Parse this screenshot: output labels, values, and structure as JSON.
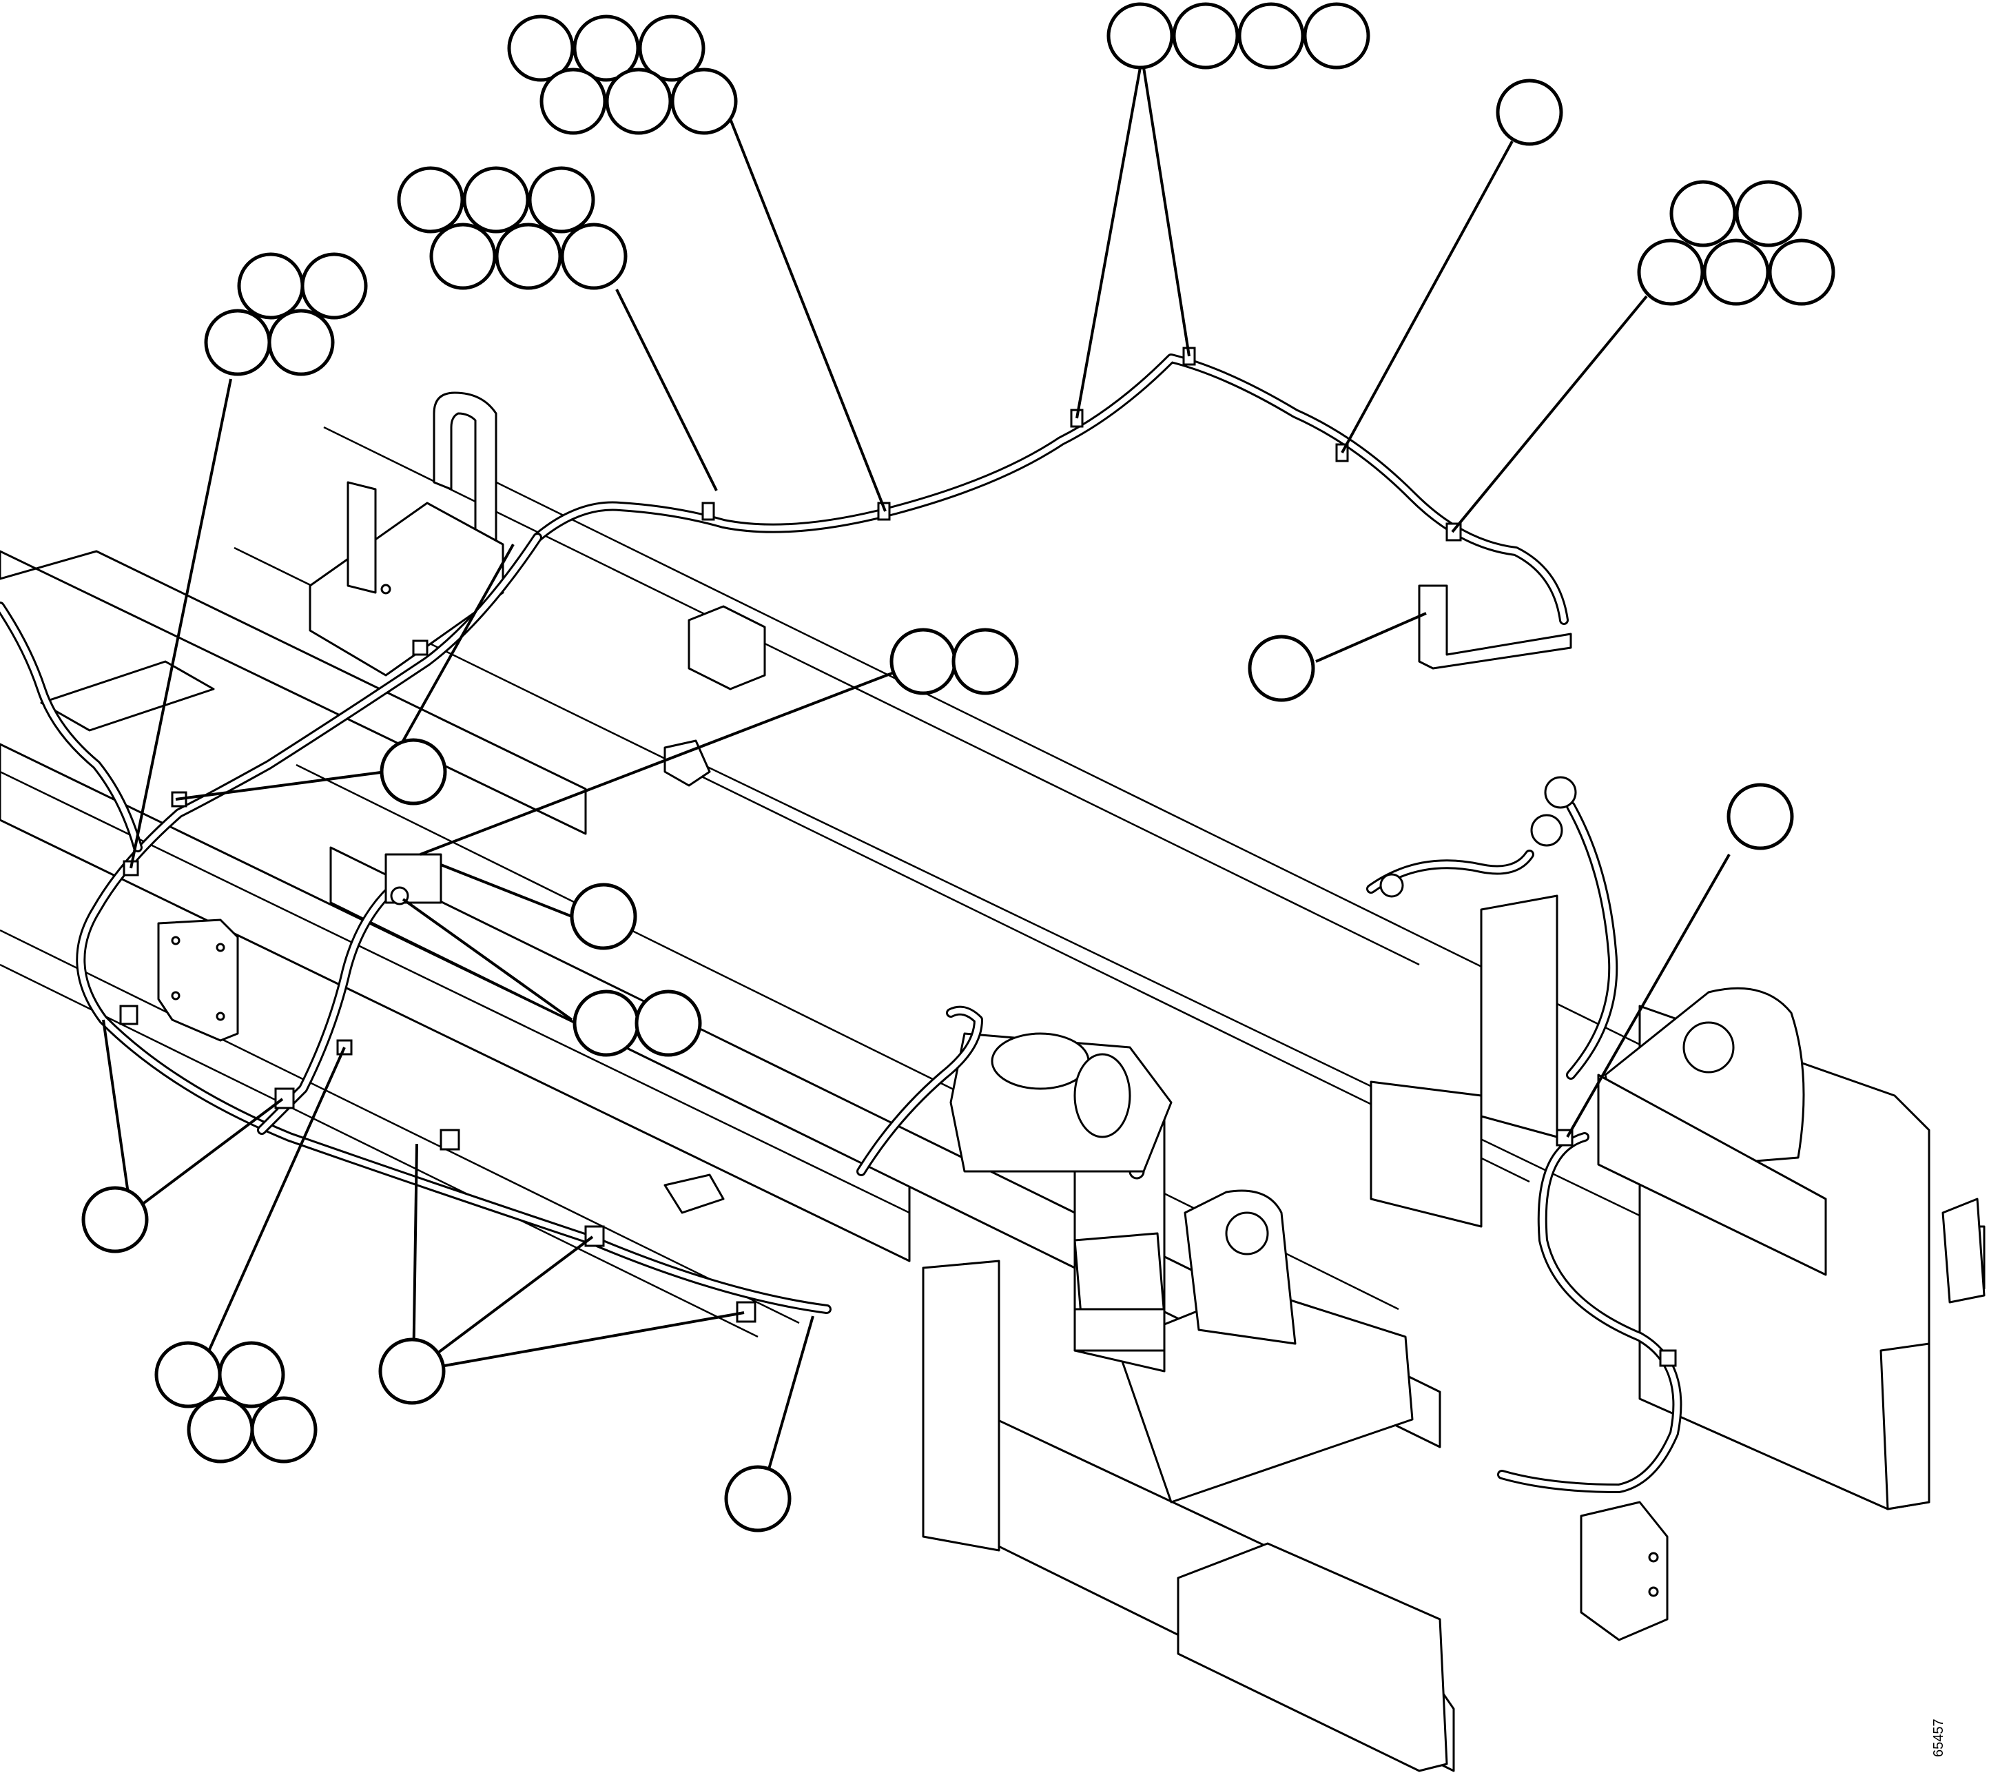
{
  "figure": {
    "number": "65457"
  },
  "callout_groups": [
    {
      "id": "g1",
      "balloons": 6,
      "points_to": "harness-clip-mid-left"
    },
    {
      "id": "g2",
      "balloons": 6,
      "points_to": "harness-clip-upper-left"
    },
    {
      "id": "g3",
      "balloons": 4,
      "points_to": "harness-clips-center-top"
    },
    {
      "id": "g4",
      "balloons": 1,
      "points_to": "harness-clip-upper-right"
    },
    {
      "id": "g5",
      "balloons": 5,
      "points_to": "harness-connector-right"
    },
    {
      "id": "g6",
      "balloons": 4,
      "points_to": "harness-clip-left-side"
    },
    {
      "id": "g7",
      "balloons": 1,
      "points_to": "right-bracket"
    },
    {
      "id": "g8",
      "balloons": 1,
      "points_to": "left-strut-clamps"
    },
    {
      "id": "g9",
      "balloons": 2,
      "points_to": "junction-box"
    },
    {
      "id": "g10",
      "balloons": 1,
      "points_to": "junction-box-plate"
    },
    {
      "id": "g11",
      "balloons": 2,
      "points_to": "junction-connector"
    },
    {
      "id": "g12",
      "balloons": 1,
      "points_to": "right-frame-clip"
    },
    {
      "id": "g13",
      "balloons": 1,
      "points_to": "lower-left-clamps"
    },
    {
      "id": "g14",
      "balloons": 4,
      "points_to": "left-harness-run"
    },
    {
      "id": "g15",
      "balloons": 1,
      "points_to": "lower-clamp-row"
    },
    {
      "id": "g16",
      "balloons": 1,
      "points_to": "front-harness"
    }
  ]
}
